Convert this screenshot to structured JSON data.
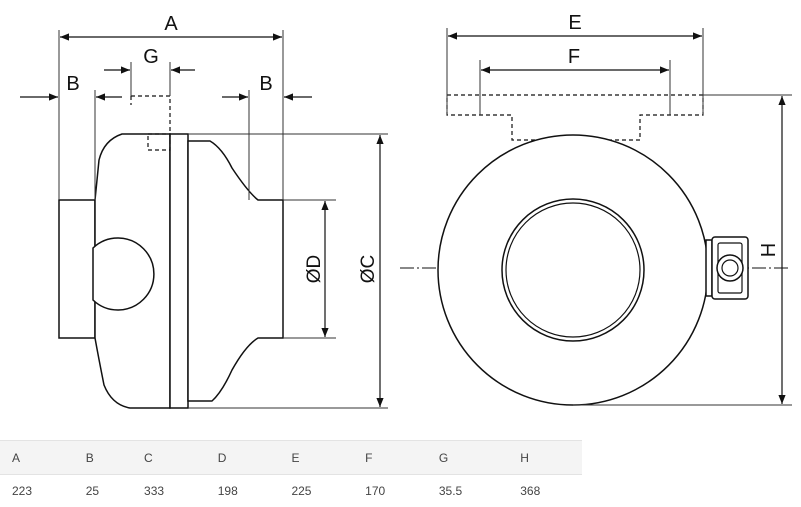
{
  "drawing": {
    "labels": {
      "A": "A",
      "B_left": "B",
      "B_right": "B",
      "G": "G",
      "D": "ØD",
      "C": "ØC",
      "E": "E",
      "F": "F",
      "H": "H"
    }
  },
  "table": {
    "headers": [
      "A",
      "B",
      "C",
      "D",
      "E",
      "F",
      "G",
      "H"
    ],
    "values": [
      "223",
      "25",
      "333",
      "198",
      "225",
      "170",
      "35.5",
      "368"
    ]
  }
}
